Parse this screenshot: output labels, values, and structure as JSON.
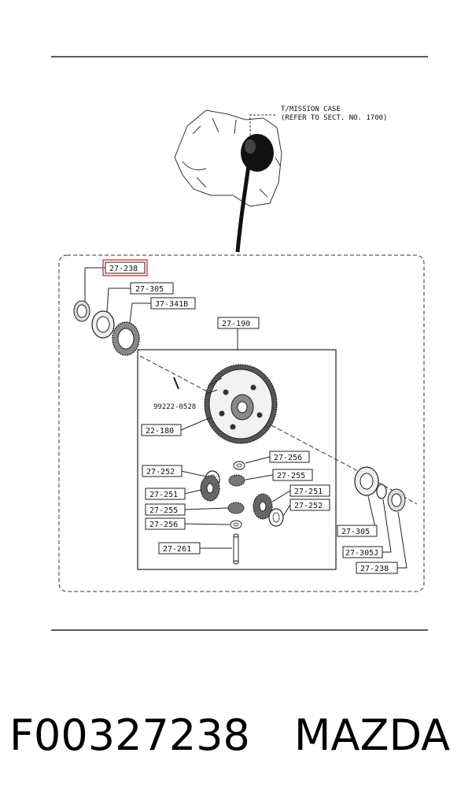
{
  "case_note": {
    "line1": "T/MISSION CASE",
    "line2": "(REFER TO SECT. NO. 1700)"
  },
  "labels": {
    "top_238": "27-238",
    "top_305": "27-305",
    "top_341b": "J7-341B",
    "main_190": "27-190",
    "pin": "99222-0528",
    "ring_180": "22-180",
    "l_252": "27-252",
    "l_251": "27-251",
    "l_255": "27-255",
    "l_256": "27-256",
    "l_261": "27-261",
    "r_256": "27-256",
    "r_255": "27-255",
    "r_251": "27-251",
    "r_252": "27-252",
    "far_305": "27-305",
    "far_305j": "27-305J",
    "far_238": "27-238"
  },
  "highlight": {
    "part": "27-238",
    "color": "#e0505a"
  },
  "footer": {
    "part_number": "F00327238",
    "brand": "MAZDA"
  }
}
